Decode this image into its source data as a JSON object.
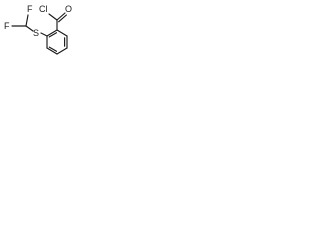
{
  "structure": {
    "atoms": {
      "chlorine": "Cl",
      "oxygen": "O",
      "sulfur": "S",
      "fluorine_left": "F",
      "fluorine_right": "F"
    }
  },
  "colors": {
    "bond": "#1a1a1a",
    "background": "#ffffff"
  }
}
